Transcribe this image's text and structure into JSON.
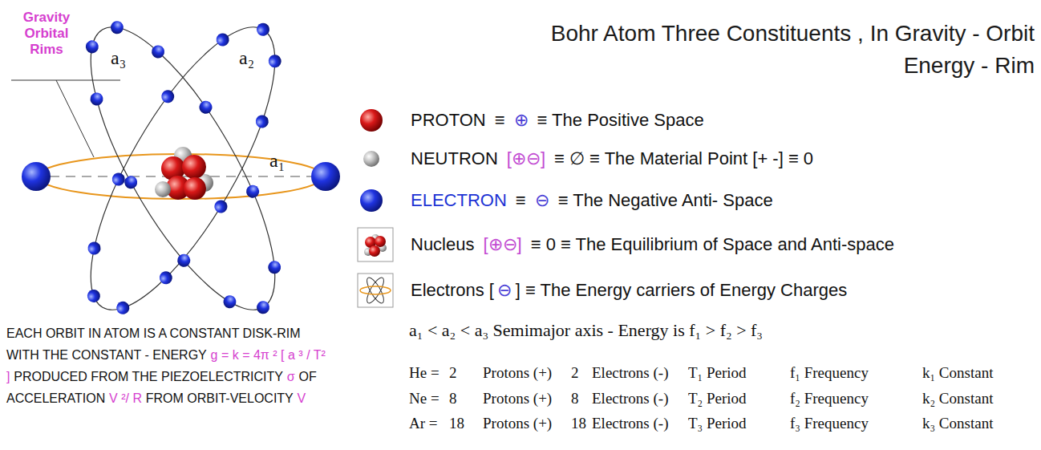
{
  "diagram": {
    "title": "Bohr Atom Three Constituents , In Gravity - Orbit Energy - Rim",
    "labels": [
      "Gravity Orbital Rims",
      "a₃",
      "a₂",
      "a₁",
      "PROTON",
      "≡",
      "⊕",
      "≡ The Positive Space",
      "NEUTRON",
      "[⊕⊖]",
      "≡ ∅ ≡ The Material Point [+ -] ≡ 0",
      "ELECTRON",
      "≡",
      "⊖",
      "≡ The Negative Anti- Space",
      "Nucleus",
      "[⊕⊖]",
      "≡ 0 ≡ The Equilibrium of Space and Anti-space",
      "Electrons [",
      "⊖",
      "] ≡ The Energy carriers of Energy Charges",
      "EACH ORBIT IN ATOM IS A CONSTANT DISK-RIM WITH THE CONSTANT - ENERGY",
      "g = k = 4π ² [ a ³ / T² ]",
      "PRODUCED FROM THE PIEZOELECTRICITY",
      "σ",
      "OF ACCELERATION",
      "V ²/ R",
      "FROM ORBIT-VELOCITY",
      "V",
      "a₁ < a₂ < a₃ Semimajor axis - Energy is f₁ > f₂ > f₃",
      "He =",
      "2",
      "Protons (+)",
      "2",
      "Electrons (-)",
      "T₁ Period",
      "f₁ Frequency",
      "k₁ Constant",
      "Ne =",
      "8",
      "Protons (+)",
      "8",
      "Electrons (-)",
      "T₂ Period",
      "f₂ Frequency",
      "k₂ Constant",
      "Ar =",
      "18",
      "Protons (+)",
      "18",
      "Electrons (-)",
      "T₃ Period",
      "f₃ Frequency",
      "k₃ Constant"
    ]
  }
}
